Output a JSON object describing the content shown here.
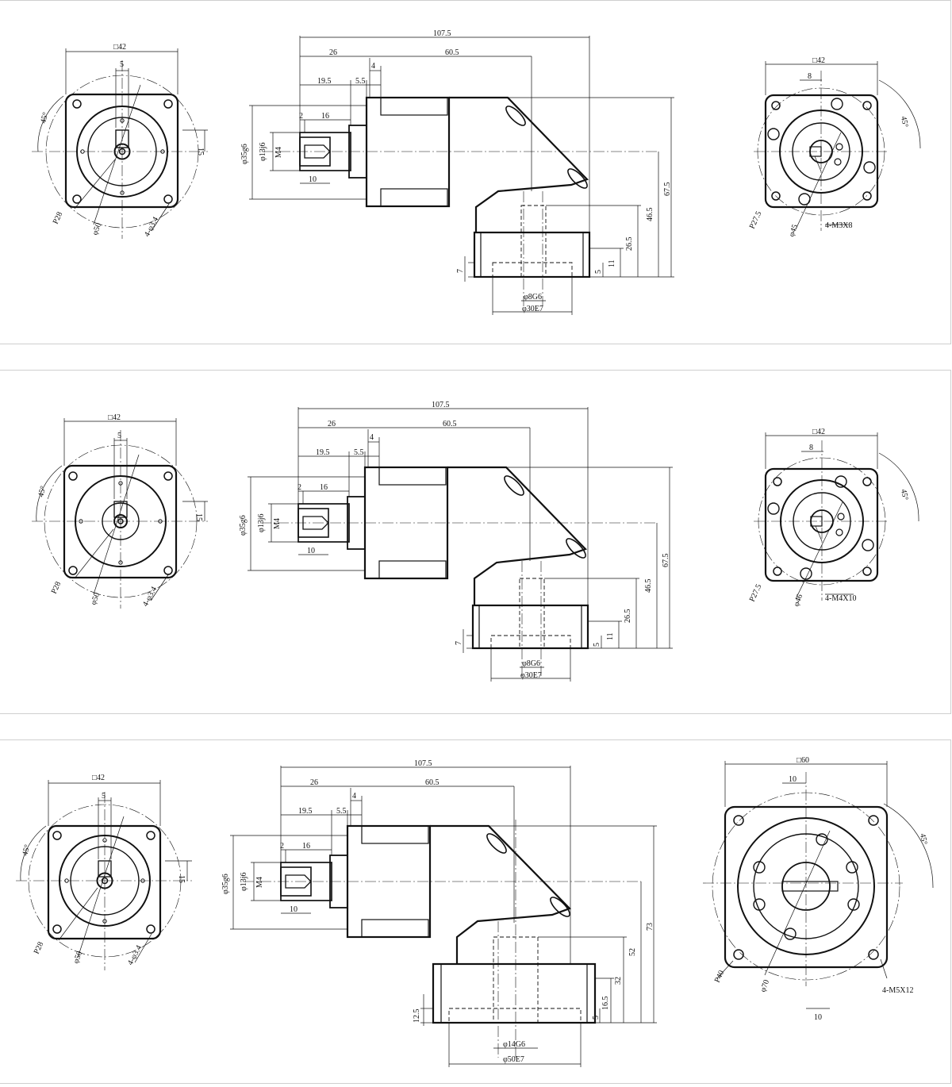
{
  "colors": {
    "line": "#111111",
    "panel_border": "#cfcfcf",
    "background": "#ffffff"
  },
  "drawings": [
    {
      "input_flange": {
        "square": "□42",
        "key": "5",
        "offset": "15",
        "angle": "45°",
        "pcd": "P28",
        "pilot": "φ50",
        "holes": "4-φ3.4"
      },
      "side": {
        "overall": "107.5",
        "d26": "26",
        "d60_5": "60.5",
        "d4": "4",
        "d19_5": "19.5",
        "d5_5": "5.5",
        "d2": "2",
        "d16": "16",
        "d10": "10",
        "thread": "M4",
        "shaft": "φ13j6",
        "spigot": "φ35g6",
        "h67_5": "67.5",
        "h46_5": "46.5",
        "h26_5": "26.5",
        "h11": "11",
        "h7": "7",
        "h5": "5",
        "bore": "φ8G6",
        "hub": "φ30E7"
      },
      "output_flange": {
        "square": "□42",
        "key": "8",
        "angle": "45°",
        "pcd": "P27.5",
        "pilot": "φ45",
        "holes": "4-M3X8"
      }
    },
    {
      "input_flange": {
        "square": "□42",
        "key": "5",
        "offset": "15",
        "angle": "45°",
        "pcd": "P28",
        "pilot": "φ50",
        "holes": "4-φ3.4"
      },
      "side": {
        "overall": "107.5",
        "d26": "26",
        "d60_5": "60.5",
        "d4": "4",
        "d19_5": "19.5",
        "d5_5": "5.5",
        "d2": "2",
        "d16": "16",
        "d10": "10",
        "thread": "M4",
        "shaft": "φ13j6",
        "spigot": "φ35g6",
        "h67_5": "67.5",
        "h46_5": "46.5",
        "h26_5": "26.5",
        "h11": "11",
        "h7": "7",
        "h5": "5",
        "bore": "φ8G6",
        "hub": "φ30E7"
      },
      "output_flange": {
        "square": "□42",
        "key": "8",
        "angle": "45°",
        "pcd": "P27.5",
        "pilot": "φ46",
        "holes": "4-M4X10"
      }
    },
    {
      "input_flange": {
        "square": "□42",
        "key": "5",
        "offset": "15",
        "angle": "45°",
        "pcd": "P28",
        "pilot": "φ50",
        "holes": "4-φ3.4"
      },
      "side": {
        "overall": "107.5",
        "d26": "26",
        "d60_5": "60.5",
        "d4": "4",
        "d19_5": "19.5",
        "d5_5": "5.5",
        "d2": "2",
        "d16": "16",
        "d10": "10",
        "thread": "M4",
        "shaft": "φ13j6",
        "spigot": "φ35g6",
        "h67_5": "73",
        "h46_5": "52",
        "h26_5": "32",
        "h11": "16.5",
        "h7": "12.5",
        "h5": "5",
        "bore": "φ14G6",
        "hub": "φ50E7"
      },
      "output_flange": {
        "square": "□60",
        "key": "10",
        "key2": "10",
        "angle": "45°",
        "pcd": "P40",
        "pilot": "φ70",
        "holes": "4-M5X12"
      }
    }
  ]
}
